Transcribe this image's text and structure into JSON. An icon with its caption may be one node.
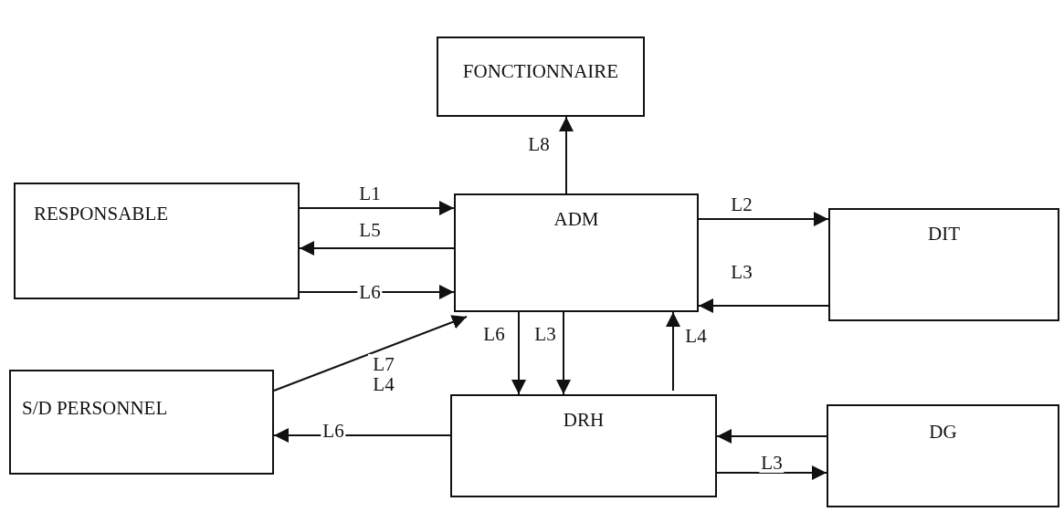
{
  "diagram": {
    "nodes": [
      {
        "text": [
          "FONCTIONNAIRE"
        ]
      },
      {
        "text": [
          "RESPONSABLE"
        ]
      },
      {
        "text": [
          "ADM"
        ]
      },
      {
        "text": [
          "DIT"
        ]
      },
      {
        "text": [
          "S/D PERSONNEL"
        ]
      },
      {
        "text": [
          "DRH"
        ]
      },
      {
        "text": [
          "DG"
        ]
      }
    ],
    "edges": [
      {
        "from": 2,
        "to": 0,
        "arrow": "to",
        "label": "L8"
      },
      {
        "from": 1,
        "to": 2,
        "arrow": "to",
        "label": "L1"
      },
      {
        "from": 2,
        "to": 1,
        "arrow": "to",
        "label": "L5"
      },
      {
        "from": 1,
        "to": 2,
        "arrow": "to",
        "label": "L6"
      },
      {
        "from": 2,
        "to": 3,
        "arrow": "to",
        "label": "L2"
      },
      {
        "from": 3,
        "to": 2,
        "arrow": "to",
        "label": "L3"
      },
      {
        "from": 4,
        "to": 2,
        "arrow": "to",
        "label": "L7 L4"
      },
      {
        "from": 2,
        "to": 5,
        "arrow": "to",
        "label": "L6"
      },
      {
        "from": 2,
        "to": 5,
        "arrow": "to",
        "label": "L3"
      },
      {
        "from": 5,
        "to": 2,
        "arrow": "to",
        "label": "L4"
      },
      {
        "from": 6,
        "to": 5,
        "arrow": "to"
      },
      {
        "from": 5,
        "to": 6,
        "arrow": "to",
        "label": "L3"
      },
      {
        "from": 5,
        "to": 4,
        "arrow": "to",
        "label": "L6"
      }
    ]
  }
}
